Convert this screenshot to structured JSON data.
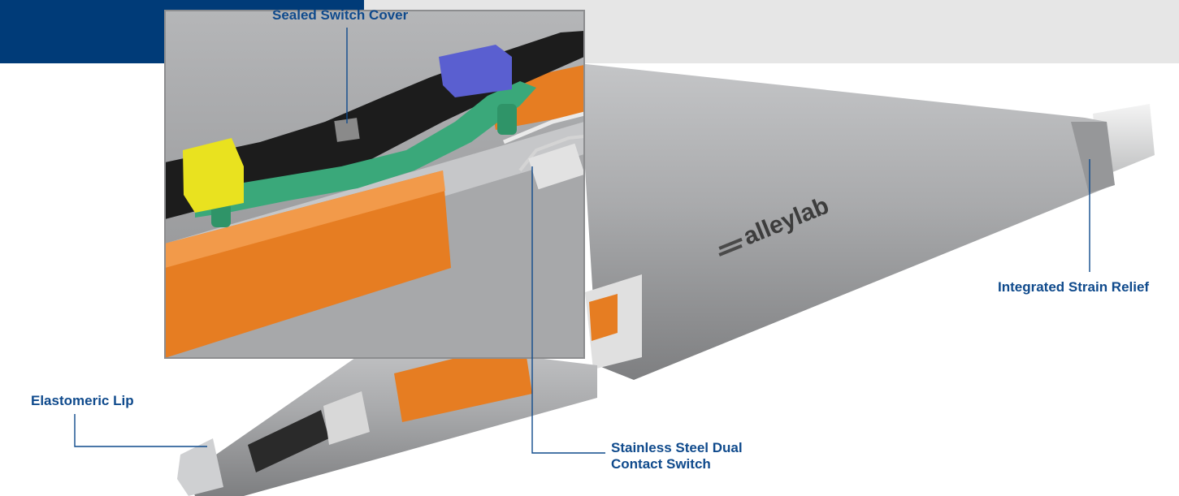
{
  "colors": {
    "navy": "#003b78",
    "band_grey": "#e6e6e6",
    "label_blue": "#0f4a8c",
    "pen_grey": "#a9aaac",
    "pen_dark": "#77787a",
    "button_yellow": "#e9e21f",
    "button_blue": "#5a5fd0",
    "linkage_green": "#3aa87a",
    "contact_orange": "#e67d22",
    "cover_black": "#1c1c1c"
  },
  "icons": {
    "pen": "electrosurgical-pencil-illustration",
    "inset": "switch-detail-magnifier-illustration"
  },
  "pen_brand": "alleylab",
  "labels": {
    "sealed_switch_cover": "Sealed Switch Cover",
    "integrated_strain_relief": "Integrated Strain Relief",
    "elastomeric_lip": "Elastomeric Lip",
    "dual_contact_switch_line1": "Stainless Steel Dual",
    "dual_contact_switch_line2": "Contact Switch"
  }
}
